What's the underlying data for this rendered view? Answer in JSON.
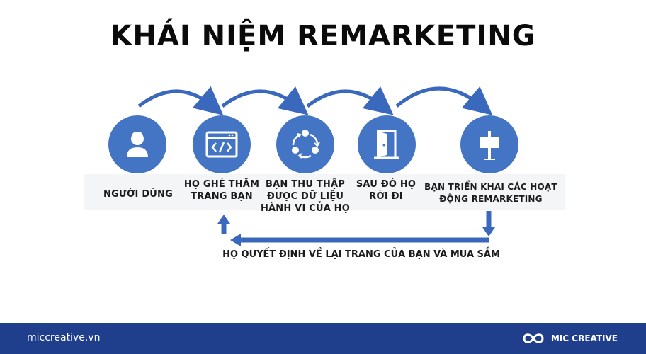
{
  "title": "KHÁI NIỆM REMARKETING",
  "steps": [
    {
      "icon": "user-icon",
      "lines": [
        "NGƯỜI DÙNG"
      ]
    },
    {
      "icon": "code-window-icon",
      "lines": [
        "HỌ GHÉ THĂM",
        "TRANG BẠN"
      ]
    },
    {
      "icon": "cycle-icon",
      "lines": [
        "BẠN THU THẬP",
        "ĐƯỢC DỮ LIỆU",
        "HÀNH VI CỦA HỌ"
      ]
    },
    {
      "icon": "exit-door-icon",
      "lines": [
        "SAU ĐÓ HỌ",
        "RỜI ĐI"
      ]
    },
    {
      "icon": "signpost-icon",
      "lines": [
        "BẠN TRIỂN KHAI CÁC HOẠT",
        "ĐỘNG REMARKETING"
      ]
    }
  ],
  "return_text": "HỌ QUYẾT ĐỊNH VỀ LẠI TRANG CỦA BẠN VÀ MUA SẮM",
  "footer": {
    "url": "miccreative.vn",
    "brand": "MIC CREATIVE"
  },
  "colors": {
    "accent": "#4475c4",
    "footer": "#1f3f8c",
    "arrow": "#3a68bd"
  }
}
